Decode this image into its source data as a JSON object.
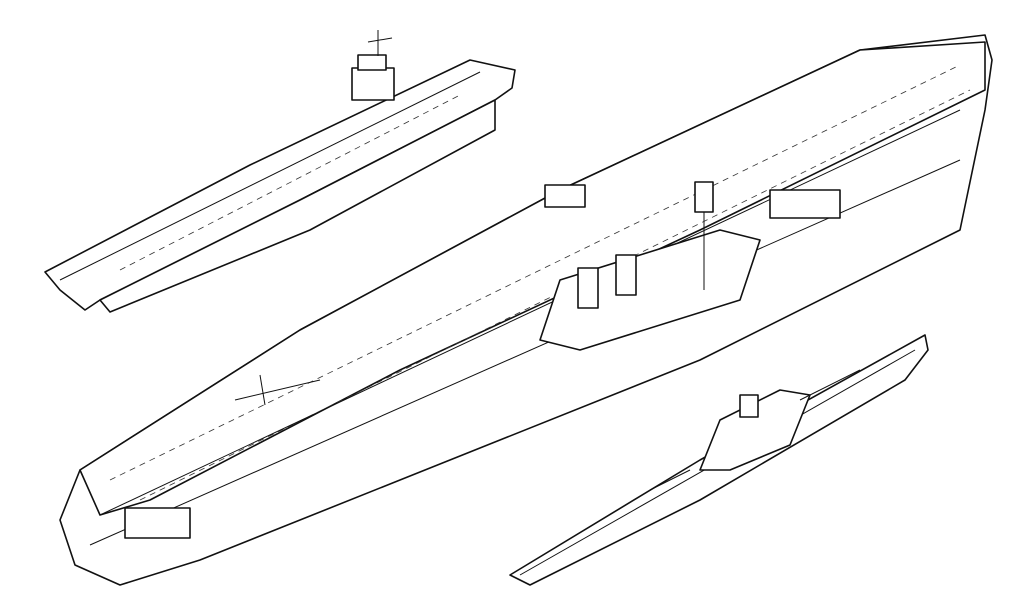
{
  "image": {
    "kind": "line-drawing",
    "subjects": [
      "aircraft-carrier-small",
      "aircraft-carrier-large",
      "battleship"
    ],
    "colors": {
      "background": "#ffffff",
      "ink": "#111111"
    }
  }
}
